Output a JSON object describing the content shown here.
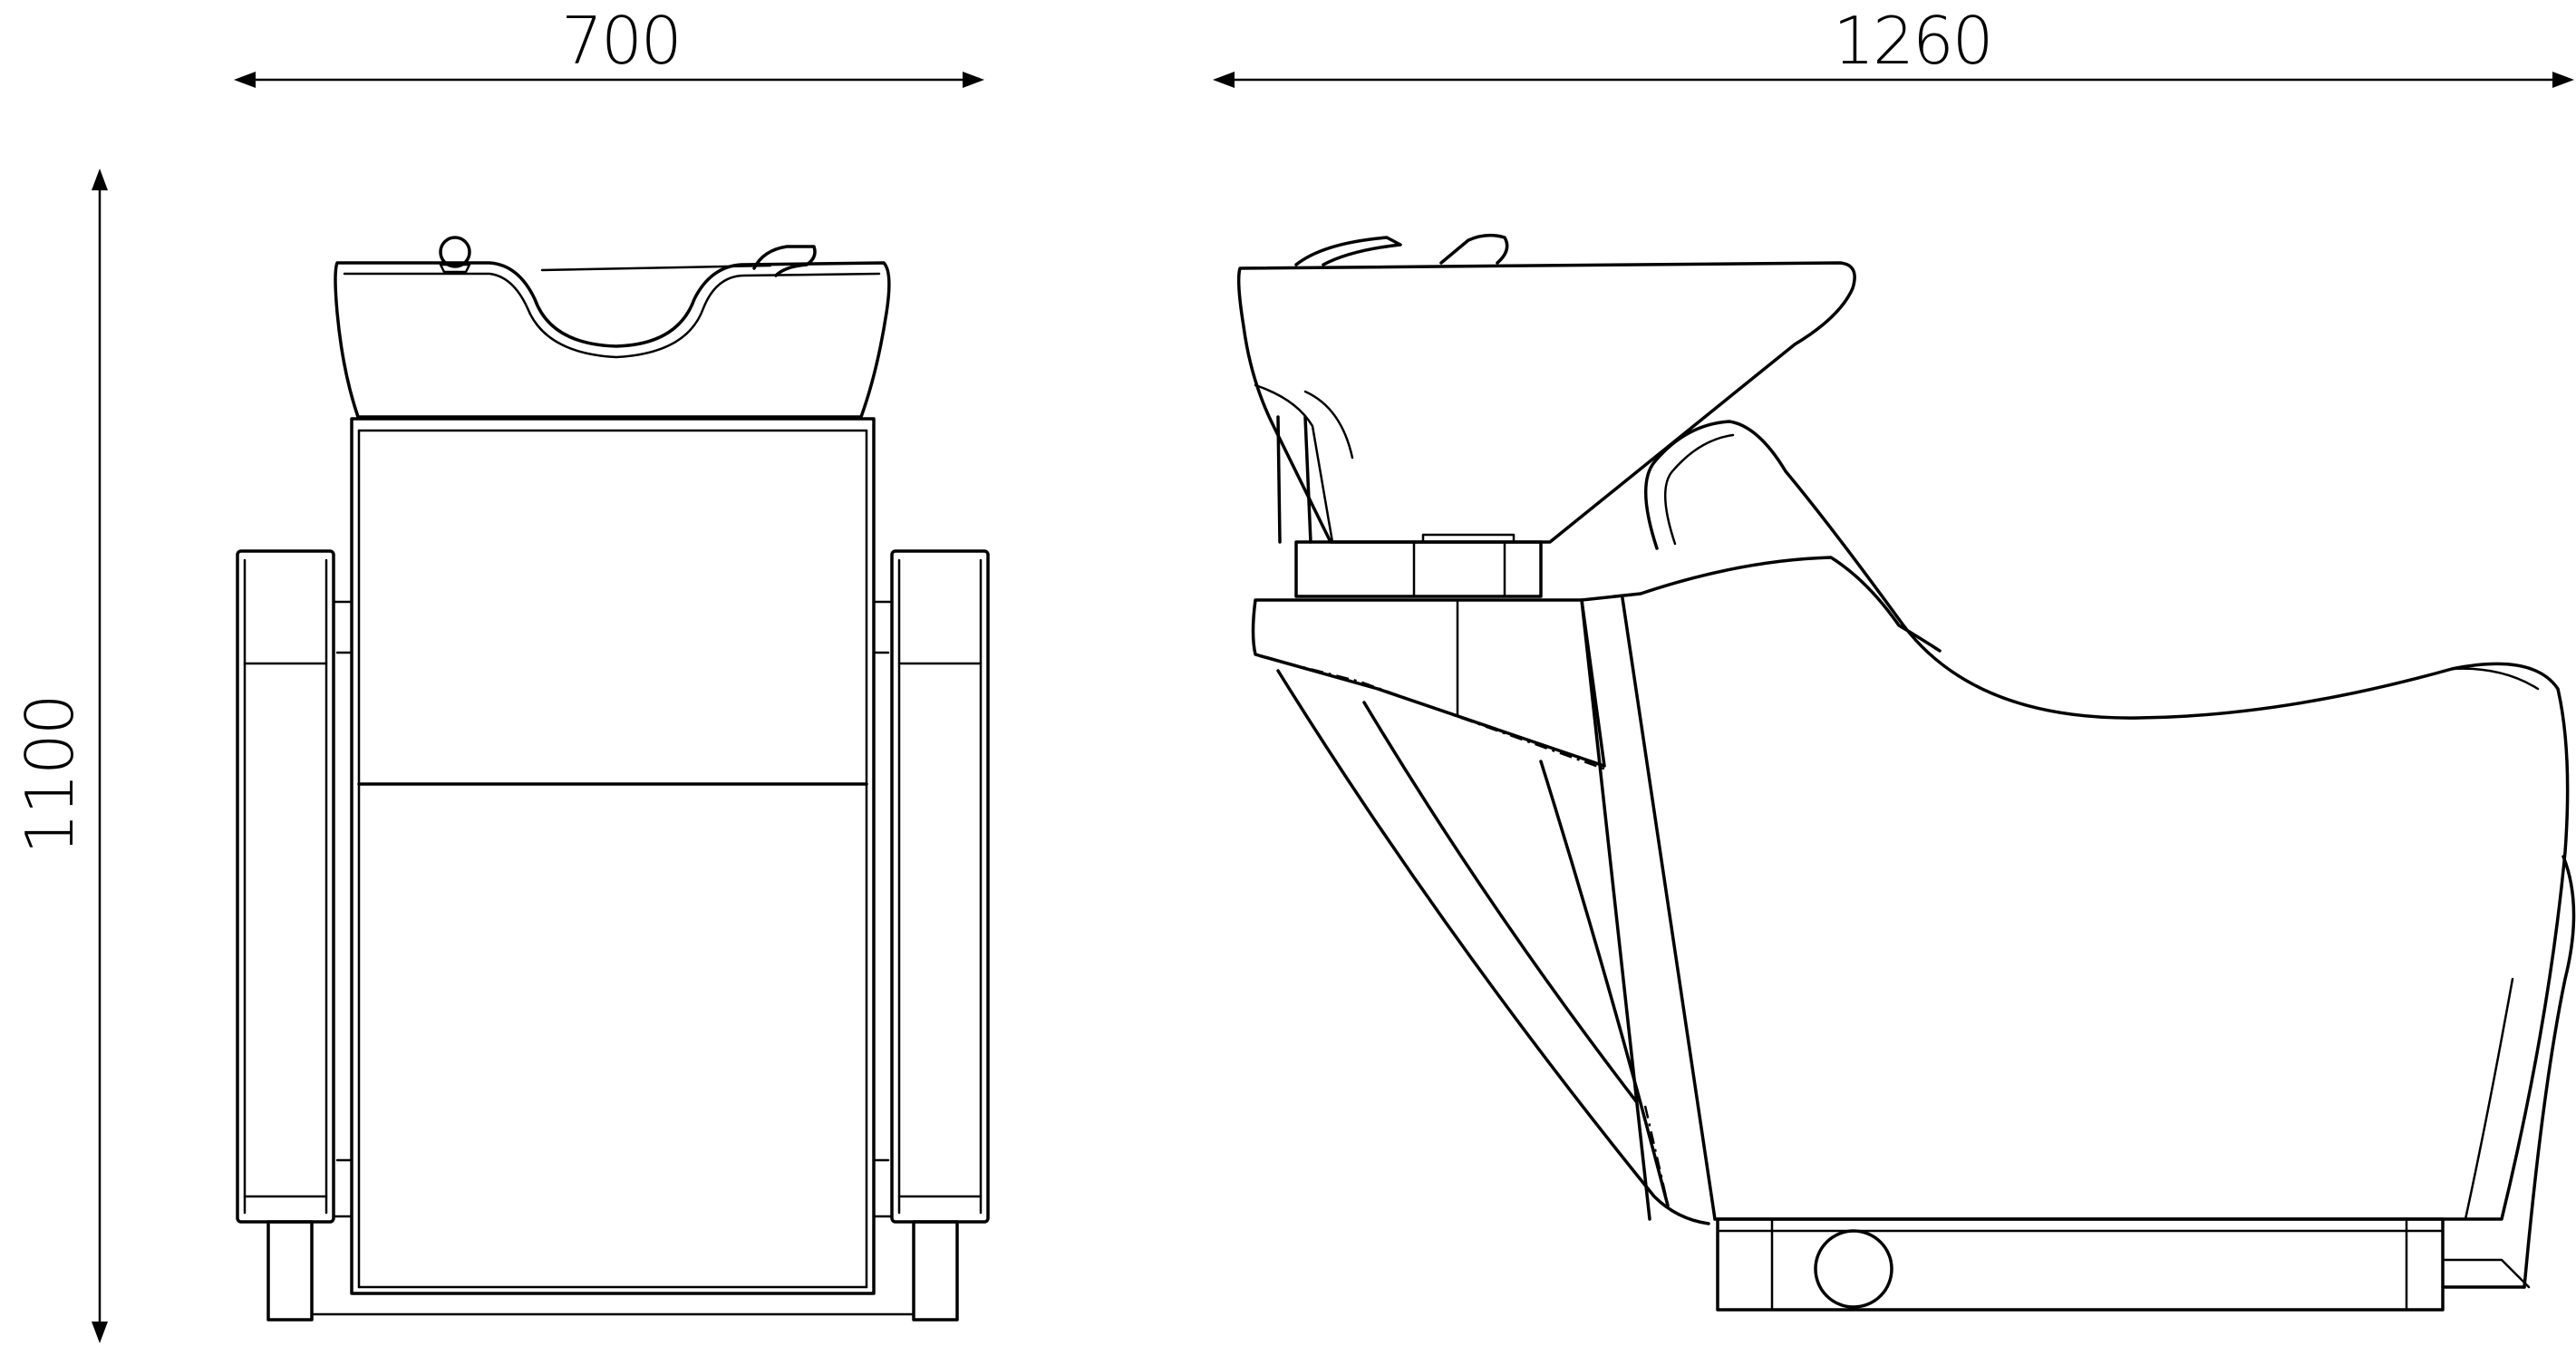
{
  "dimensions": {
    "front_width": "700",
    "side_depth": "1260",
    "height": "1100"
  },
  "colors": {
    "line": "#000000",
    "background": "#ffffff"
  }
}
